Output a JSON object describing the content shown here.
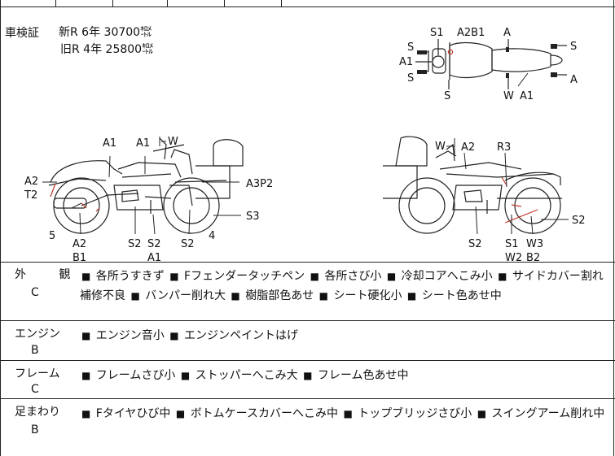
{
  "shaken": {
    "label": "車検証",
    "rows": [
      "新R 6年 30700㌖",
      "旧R 4年 25800㌖"
    ]
  },
  "diagram": {
    "top": {
      "s1": "S1",
      "a2b1": "A2B1",
      "a": "A",
      "s_l1": "S",
      "a1_l": "A1",
      "s_l2": "S",
      "s_r1": "S",
      "a_r2": "A",
      "s_bot": "S",
      "w_bot": "W",
      "a1_bot": "A1"
    },
    "left": {
      "a1_1": "A1",
      "a1_2": "A1",
      "w": "W",
      "a2": "A2",
      "t2": "T2",
      "a3p2": "A3P2",
      "five": "5",
      "four": "4",
      "s3": "S3",
      "a2b": "A2",
      "b1": "B1",
      "s2a": "S2",
      "s2b": "S2",
      "a1b": "A1",
      "s2c": "S2"
    },
    "right": {
      "w": "W",
      "a2": "A2",
      "r3": "R3",
      "s2r": "S2",
      "s2": "S2",
      "s1": "S1",
      "w2": "W2",
      "w3": "W3",
      "b2": "B2"
    }
  },
  "sections": [
    {
      "label": "外 観",
      "grade": "C",
      "items": [
        "各所うすきず",
        "Fフェンダータッチペン",
        "各所さび小",
        "冷却コアへこみ小",
        "サイドカバー割れ補修不良",
        "バンパー削れ大",
        "樹脂部色あせ",
        "シート硬化小",
        "シート色あせ中"
      ]
    },
    {
      "label": "エンジン",
      "grade": "B",
      "items": [
        "エンジン音小",
        "エンジンペイントはげ"
      ]
    },
    {
      "label": "フレーム",
      "grade": "C",
      "items": [
        "フレームさび小",
        "ストッパーへこみ大",
        "フレーム色あせ中"
      ]
    },
    {
      "label": "足まわり",
      "grade": "B",
      "items": [
        "Fタイヤひび中",
        "ボトムケースカバーへこみ中",
        "トップブリッジさび小",
        "スイングアーム削れ中"
      ]
    }
  ],
  "marker_symbol": "■",
  "colors": {
    "line": "#222222",
    "damage": "#c0392b"
  }
}
